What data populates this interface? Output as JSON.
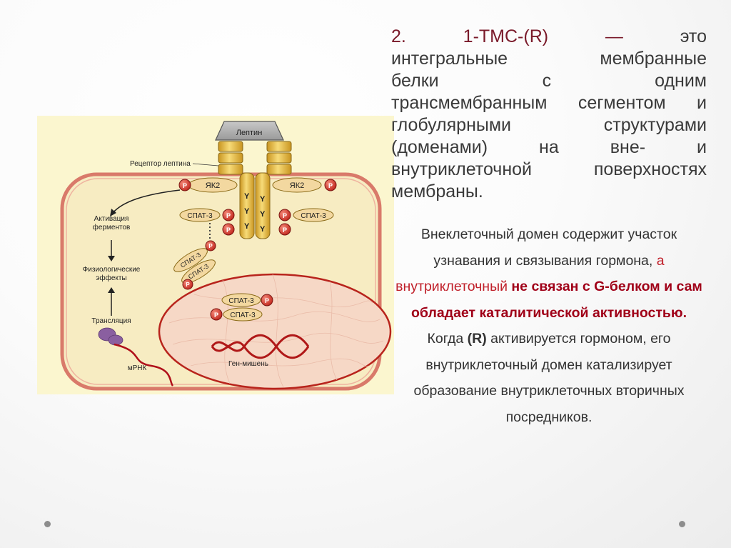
{
  "heading": {
    "number": "2.",
    "term": "1-ТМС-(R)",
    "dash": "—",
    "lines": [
      "это",
      "интегральные мембранные",
      "белки с одним",
      "трансмембранным сегментом и",
      "глобулярными структурами",
      "(доменами) на вне- и",
      "внутриклеточной поверхностях",
      "мембраны."
    ]
  },
  "body": {
    "part1": "Внеклеточный домен содержит участок узнавания и связывания гормона,",
    "part2": "а внутриклеточный",
    "part3": "не связан с G-белком и сам обладает каталитической активностью.",
    "part4": "Когда",
    "part5": "(R)",
    "part6": "активируется гормоном, его внутриклеточный домен катализирует образование внутриклеточных вторичных посредников."
  },
  "diagram": {
    "labels": {
      "leptin": "Лептин",
      "receptor": "Рецептор лептина",
      "jak_left": "ЯК2",
      "jak_right": "ЯК2",
      "p": "P",
      "y": "Y",
      "stat": "СПАТ-3",
      "activation": "Активация ферментов",
      "physiological": "Физиологические эффекты",
      "translation": "Трансляция",
      "mrna": "мРНК",
      "gene": "Ген-мишень"
    },
    "colors": {
      "background": "#fbf6cf",
      "cell_membrane": "#d97a6a",
      "nucleus_fill": "#f6d8c6",
      "nucleus_border": "#b8241c",
      "receptor_gold": "#f2cb5a",
      "phosphate": "#d23a30",
      "dna": "#b01818",
      "ribosome": "#8a5fa0",
      "mrna": "#b0101a"
    }
  },
  "nav": {
    "left_dot": "bullet",
    "right_dot": "bullet"
  }
}
